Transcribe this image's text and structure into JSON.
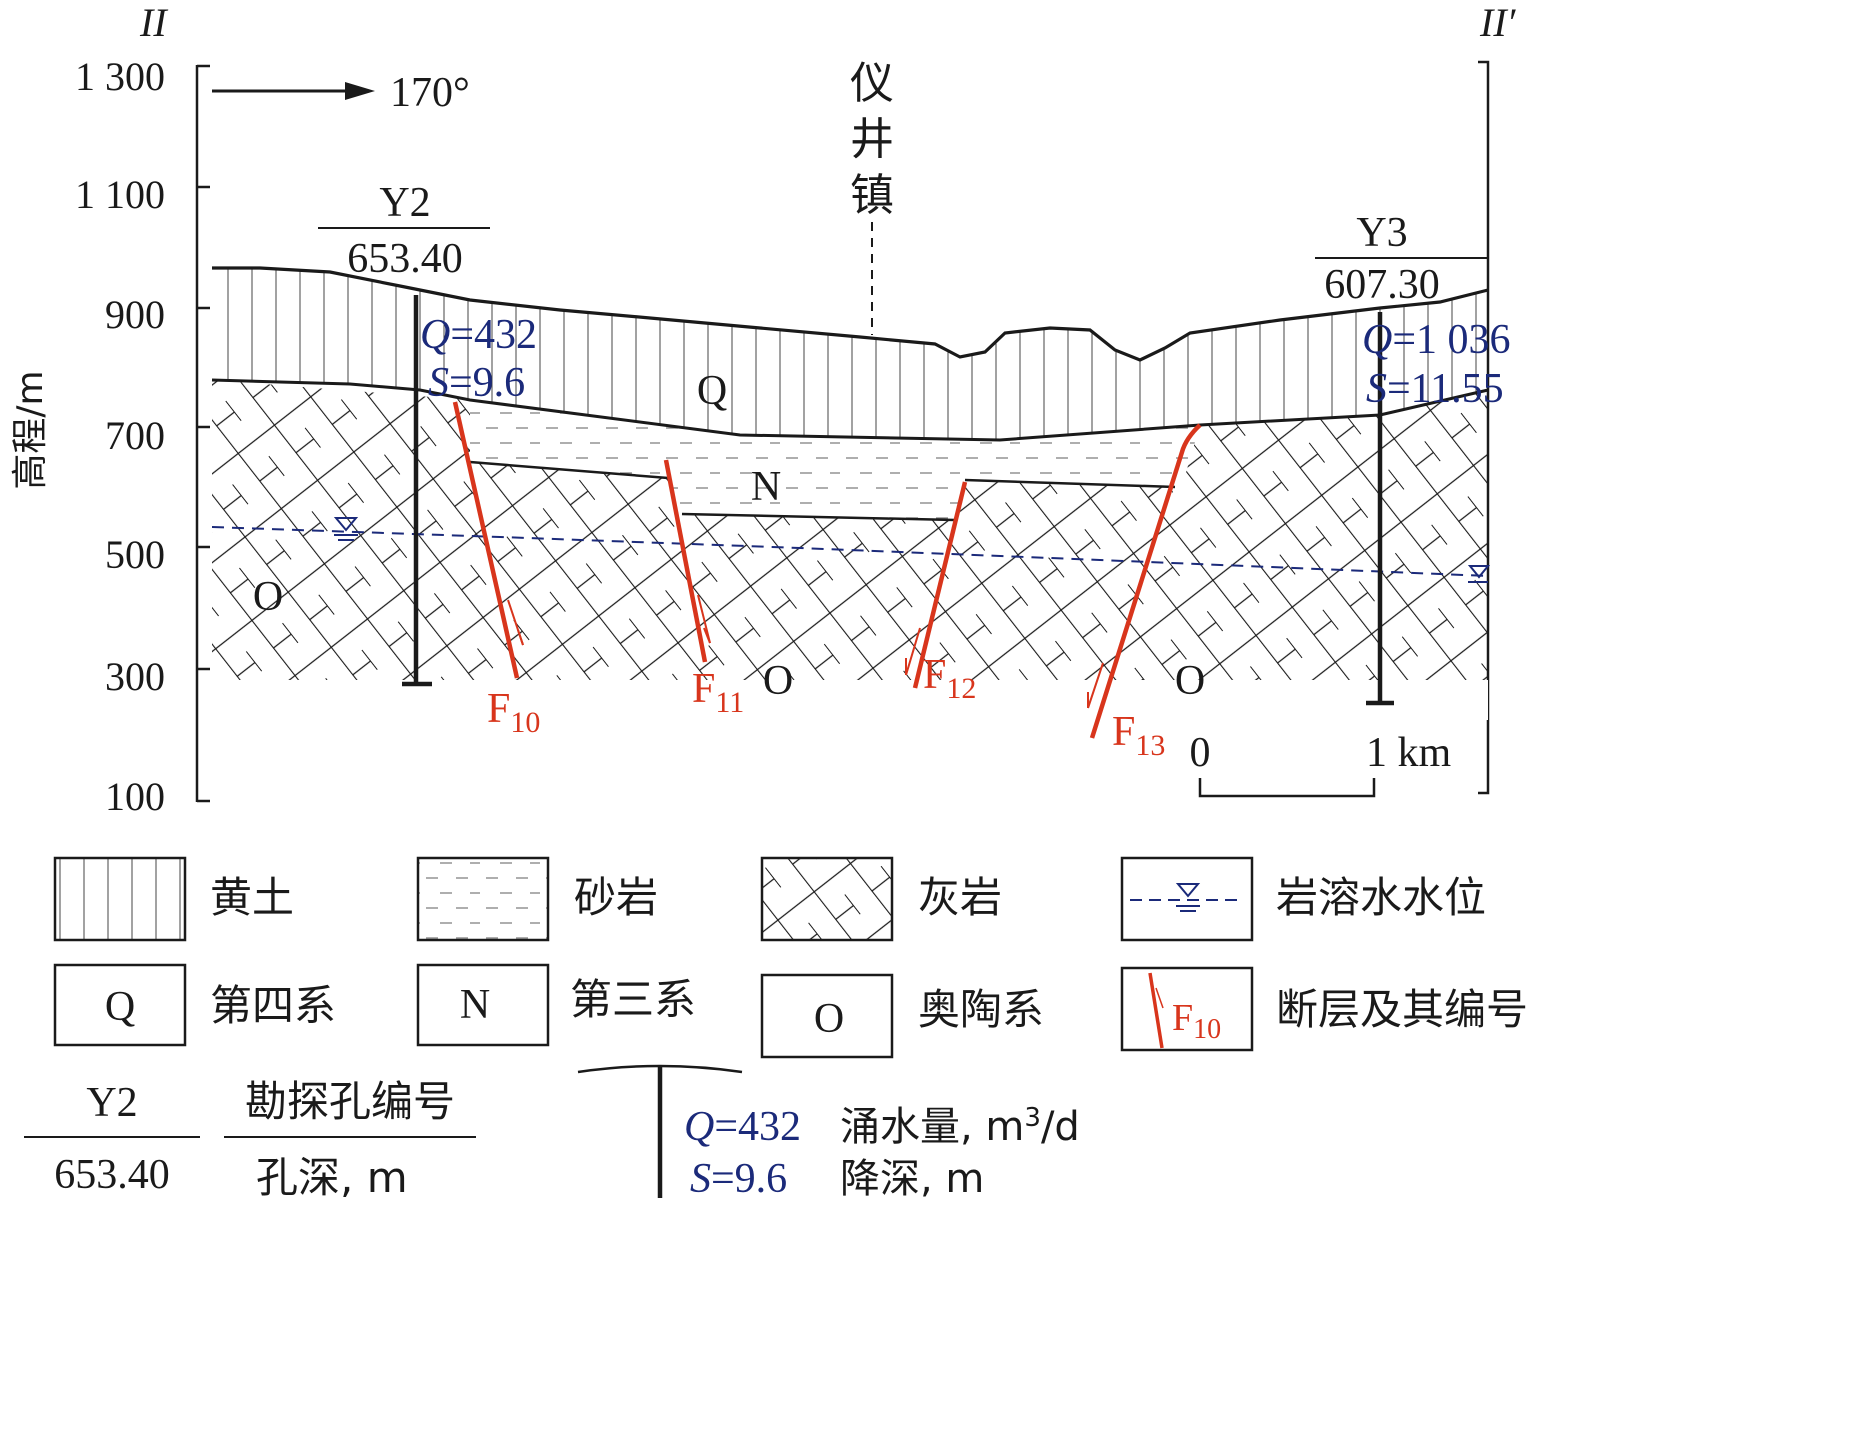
{
  "profile": {
    "start": "II",
    "end": "II′"
  },
  "direction": "170°",
  "y_axis": {
    "label": "高程/m",
    "ticks": [
      "1 300",
      "1 100",
      "900",
      "700",
      "500",
      "300",
      "100"
    ]
  },
  "town": [
    "仪",
    "井",
    "镇"
  ],
  "boreholes": [
    {
      "id": "Y2",
      "depth": "653.40",
      "q": "=432",
      "s": "=9.6"
    },
    {
      "id": "Y3",
      "depth": "607.30",
      "q": "=1 036",
      "s": "=11.55"
    }
  ],
  "formations": {
    "q": "Q",
    "n": "N",
    "o": "O"
  },
  "faults": [
    {
      "name": "F",
      "sub": "10"
    },
    {
      "name": "F",
      "sub": "11"
    },
    {
      "name": "F",
      "sub": "12"
    },
    {
      "name": "F",
      "sub": "13"
    }
  ],
  "scale": {
    "zero": "0",
    "one": "1 km"
  },
  "legend": {
    "loess": "黄土",
    "sandstone": "砂岩",
    "limestone": "灰岩",
    "karst_water": "岩溶水水位",
    "quaternary": {
      "symbol": "Q",
      "label": "第四系"
    },
    "tertiary": {
      "symbol": "N",
      "label": "第三系"
    },
    "ordovician": {
      "symbol": "O",
      "label": "奥陶系"
    },
    "fault": {
      "symbol": "F",
      "sub": "10",
      "label": "断层及其编号"
    },
    "borehole": {
      "id": "Y2",
      "depth": "653.40",
      "id_label": "勘探孔编号",
      "depth_label": "孔深, m"
    },
    "yield": {
      "q": "=432",
      "s": "=9.6",
      "q_label": "涌水量, m",
      "q_unit": "/d",
      "s_label": "降深, m"
    }
  },
  "colors": {
    "fault": "#d8351c",
    "water": "#1b2a7a",
    "ink": "#1a1a1a"
  }
}
